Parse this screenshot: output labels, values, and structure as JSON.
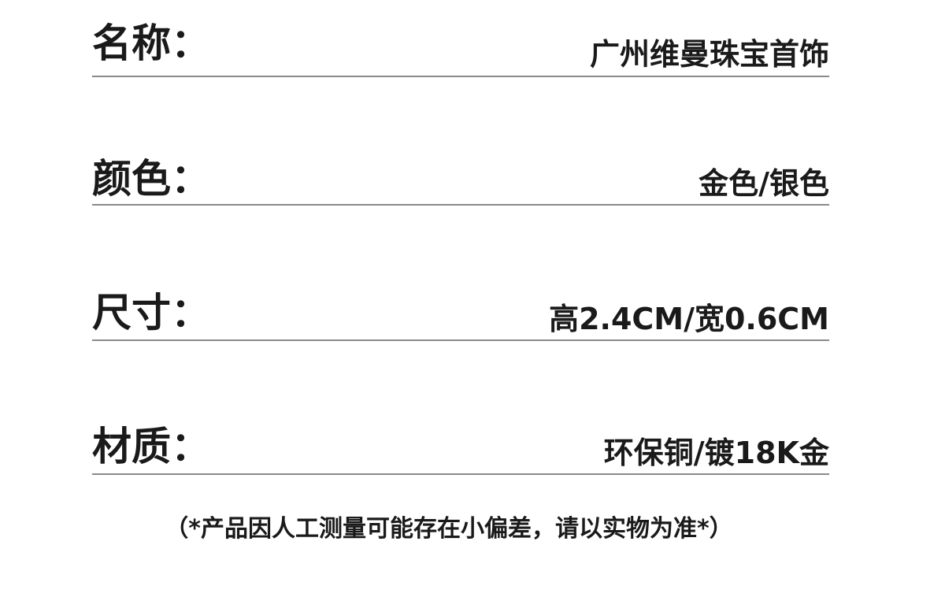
{
  "specs": [
    {
      "label": "名称：",
      "value": "广州维曼珠宝首饰"
    },
    {
      "label": "颜色：",
      "value": "金色/银色"
    },
    {
      "label": "尺寸：",
      "value": "高2.4CM/宽0.6CM"
    },
    {
      "label": "材质：",
      "value": "环保铜/镀18K金"
    }
  ],
  "disclaimer": "（*产品因人工测量可能存在小偏差，请以实物为准*）"
}
